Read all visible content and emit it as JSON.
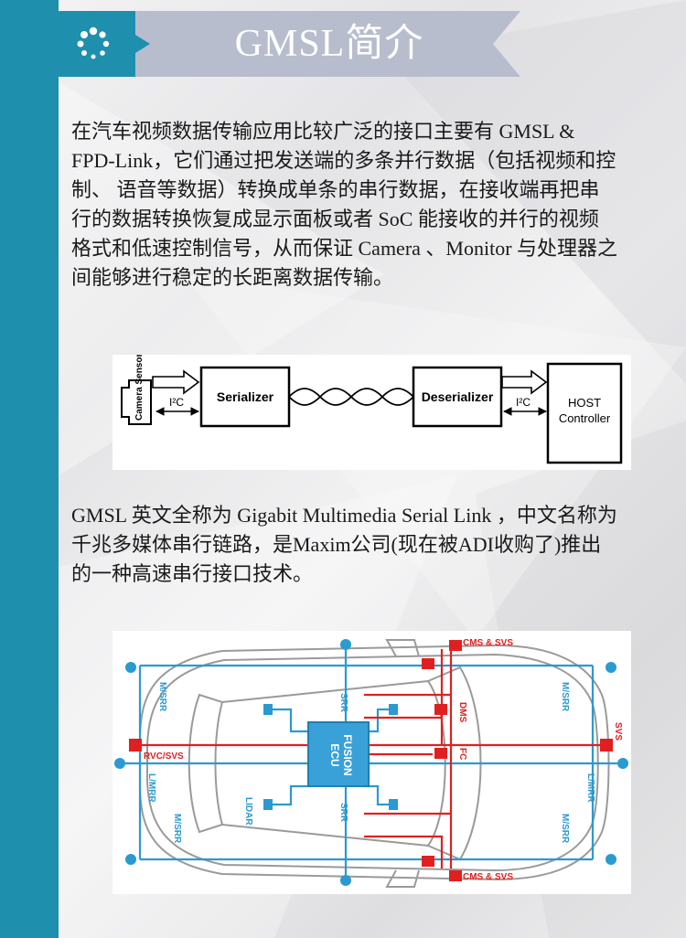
{
  "header": {
    "title": "GMSL简介",
    "icon": "dots-spinner-icon"
  },
  "colors": {
    "accent": "#1f8fae",
    "ribbon": "#b7bdcc",
    "red": "#e02020",
    "diagram_blue": "#2a9ad0"
  },
  "paragraphs": {
    "p1": [
      "在汽车视频数据传输应用比较广泛的接口主要有 GMSL &",
      "FPD-Link，它们通过把发送端的多条并行数据（包括视频和控",
      "制、 语音等数据）转换成单条的串行数据，在接收端再把串",
      "行的数据转换恢复成显示面板或者 SoC 能接收的并行的视频",
      "格式和低速控制信号，从而保证 Camera 、Monitor 与处理器之",
      "间能够进行稳定的长距离数据传输。"
    ],
    "p2": [
      "GMSL 英文全称为 Gigabit Multimedia Serial Link ，中文名称为",
      "千兆多媒体串行链路，是Maxim公司(现在被ADI收购了)推出",
      "的一种高速串行接口技术。"
    ]
  },
  "block_diagram": {
    "camera": "Camera Sensor",
    "i2c_left": "I²C",
    "serializer": "Serializer",
    "deserializer": "Deserializer",
    "i2c_right": "I²C",
    "host_line1": "HOST",
    "host_line2": "Controller"
  },
  "car_diagram": {
    "ecu_line1": "FUSION",
    "ecu_line2": "ECU",
    "cms_top": "CMS & SVS",
    "cms_bottom": "CMS & SVS",
    "dms": "DMS",
    "fc": "FC",
    "rvc": "RVC/SVS",
    "svs": "SVS",
    "lidar": "LIDAR",
    "srr_top": "SRR",
    "srr_bottom": "SRR",
    "msrr_tl": "M/SRR",
    "msrr_tr": "M/SRR",
    "msrr_bl": "M/SRR",
    "msrr_br": "M/SRR",
    "lmrr_left": "L/MRR",
    "lmrr_right": "L/MRR"
  }
}
